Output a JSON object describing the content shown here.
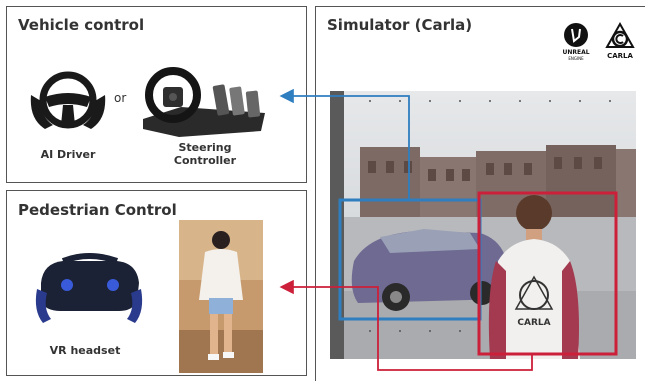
{
  "vehicle": {
    "title": "Vehicle control",
    "ai_label": "AI Driver",
    "or_text": "or",
    "steer_line1": "Steering",
    "steer_line2": "Controller"
  },
  "pedestrian": {
    "title": "Pedestrian Control",
    "vr_label": "VR headset"
  },
  "simulator": {
    "title": "Simulator (Carla)",
    "logo_unreal_line1": "UNREAL",
    "logo_unreal_line2": "ENGINE",
    "logo_carla": "CARLA",
    "shirt_text": "CARLA"
  },
  "colors": {
    "vehicle_link": "#2e7ec0",
    "pedestrian_link": "#cc1f3a"
  }
}
